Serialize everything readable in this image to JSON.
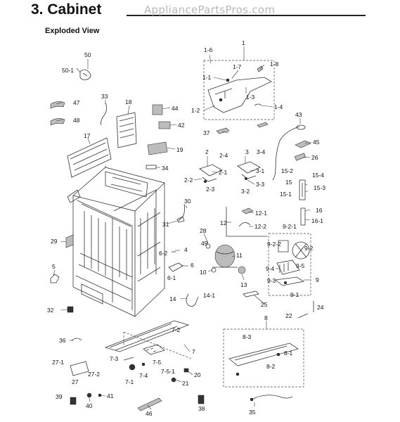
{
  "header": {
    "title": "3.  Cabinet",
    "watermark": "AppliancePartsPros.com",
    "subtitle": "Exploded View"
  },
  "callouts": [
    "1",
    "1-1",
    "1-2",
    "1-3",
    "1-4",
    "1-6",
    "1-7",
    "1-8",
    "2",
    "2-1",
    "2-2",
    "2-3",
    "2-4",
    "3",
    "3-1",
    "3-2",
    "3-3",
    "3-4",
    "4",
    "5",
    "6",
    "6-1",
    "6-2",
    "7",
    "7-1",
    "7-2",
    "7-3",
    "7-4",
    "7-5",
    "7-5-1",
    "8",
    "8-1",
    "8-2",
    "8-3",
    "9",
    "9-1",
    "9-2",
    "9-2-1",
    "9-2-2",
    "9-3",
    "9-4",
    "9-5",
    "10",
    "11",
    "12",
    "12-1",
    "12-2",
    "13",
    "14",
    "14-1",
    "15",
    "15-1",
    "15-2",
    "15-3",
    "15-4",
    "16",
    "16-1",
    "17",
    "18",
    "19",
    "20",
    "21",
    "22",
    "24",
    "25",
    "26",
    "27",
    "27-1",
    "27-2",
    "28",
    "29",
    "30",
    "31",
    "32",
    "33",
    "34",
    "35",
    "36",
    "37",
    "38",
    "39",
    "40",
    "41",
    "42",
    "43",
    "44",
    "45",
    "46",
    "47",
    "48",
    "49",
    "50",
    "50-1"
  ]
}
